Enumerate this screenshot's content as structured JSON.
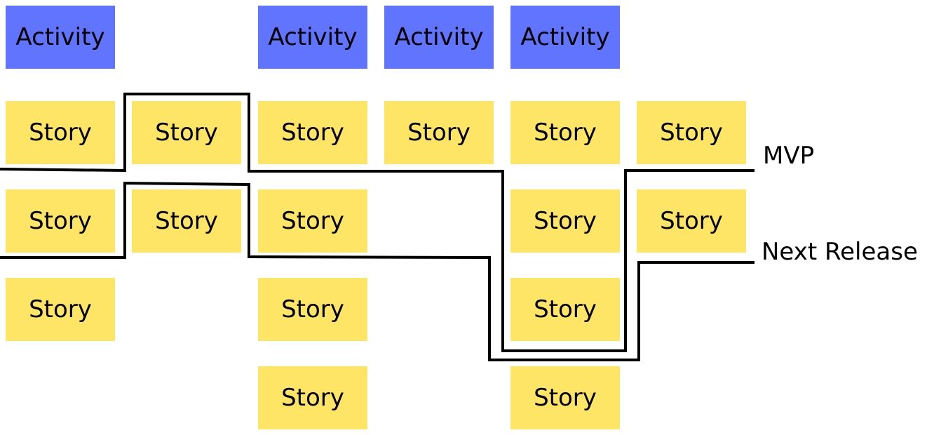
{
  "colors": {
    "activity": "#6074fd",
    "story": "#fee565",
    "line": "#000000"
  },
  "activities": [
    {
      "label": "Activity"
    },
    {
      "label": "Activity"
    },
    {
      "label": "Activity"
    },
    {
      "label": "Activity"
    }
  ],
  "stories": [
    {
      "label": "Story"
    },
    {
      "label": "Story"
    },
    {
      "label": "Story"
    },
    {
      "label": "Story"
    },
    {
      "label": "Story"
    },
    {
      "label": "Story"
    },
    {
      "label": "Story"
    },
    {
      "label": "Story"
    },
    {
      "label": "Story"
    },
    {
      "label": "Story"
    },
    {
      "label": "Story"
    },
    {
      "label": "Story"
    },
    {
      "label": "Story"
    },
    {
      "label": "Story"
    },
    {
      "label": "Story"
    },
    {
      "label": "Story"
    }
  ],
  "releases": [
    {
      "label": "MVP"
    },
    {
      "label": "Next Release"
    }
  ]
}
